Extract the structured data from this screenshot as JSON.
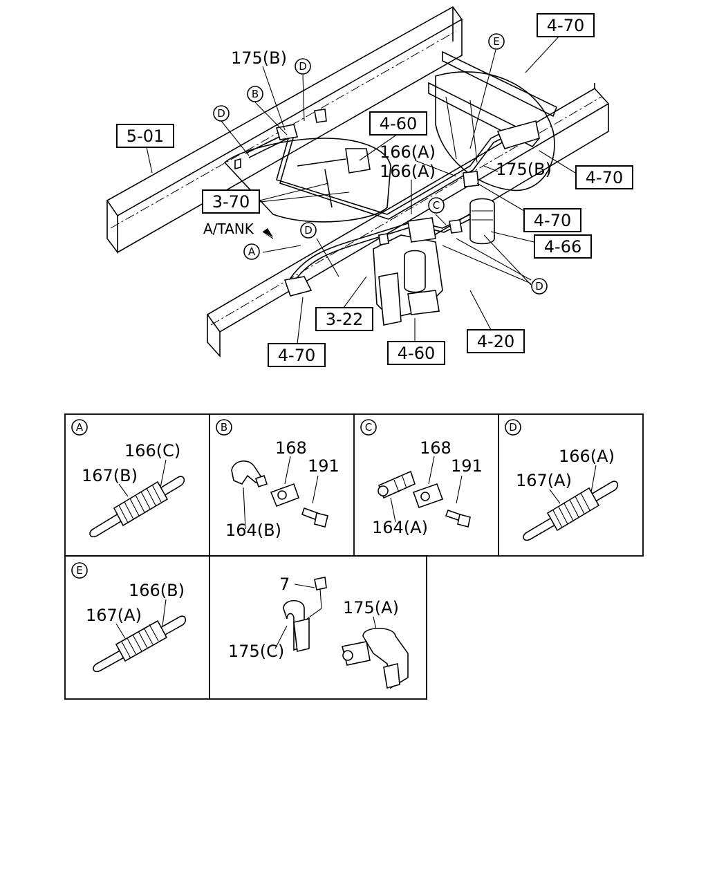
{
  "main": {
    "boxed_refs": {
      "r_5_01": "5-01",
      "r_4_70_top": "4-70",
      "r_4_60_top": "4-60",
      "r_4_70_right1": "4-70",
      "r_3_70": "3-70",
      "r_4_70_right2": "4-70",
      "r_4_66": "4-66",
      "r_3_22": "3-22",
      "r_4_20": "4-20",
      "r_4_70_bottom": "4-70",
      "r_4_60_bottom": "4-60"
    },
    "labels": {
      "p175b_top": "175(B)",
      "p166a_1": "166(A)",
      "p166a_2": "166(A)",
      "p175b_right": "175(B)",
      "a_tank": "A/TANK"
    },
    "markers": {
      "d1": "D",
      "b1": "B",
      "d2": "D",
      "e1": "E",
      "d3": "D",
      "c1": "C",
      "a1": "A",
      "d4": "D"
    }
  },
  "details": {
    "a": {
      "marker": "A",
      "p1": "166(C)",
      "p2": "167(B)"
    },
    "b": {
      "marker": "B",
      "p1": "168",
      "p2": "191",
      "p3": "164(B)"
    },
    "c": {
      "marker": "C",
      "p1": "168",
      "p2": "191",
      "p3": "164(A)"
    },
    "d": {
      "marker": "D",
      "p1": "166(A)",
      "p2": "167(A)"
    },
    "e": {
      "marker": "E",
      "p1": "166(B)",
      "p2": "167(A)"
    },
    "f": {
      "p1": "7",
      "p2": "175(A)",
      "p3": "175(C)"
    }
  }
}
